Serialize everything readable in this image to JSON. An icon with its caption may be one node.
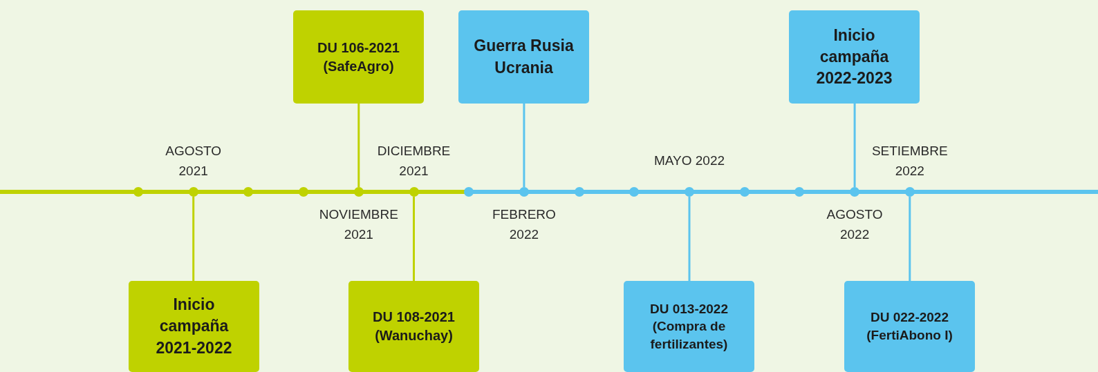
{
  "diagram": {
    "nodes": [
      {
        "text": [
          "Inicio campaña 2021-2022"
        ]
      },
      {
        "text": [
          "DU 106-2021 (SafeAgro)"
        ]
      },
      {
        "text": [
          "DU 108-2021 (Wanuchay)"
        ]
      },
      {
        "text": [
          "Guerra Rusia Ucrania"
        ]
      },
      {
        "text": [
          "DU 013-2022 (Compra de fertilizantes)"
        ]
      },
      {
        "text": [
          "Inicio campaña 2022-2023"
        ]
      },
      {
        "text": [
          "DU 022-2022 (FertiAbono I)"
        ]
      },
      {
        "text": [],
        "shape": "circle"
      },
      {
        "text": [],
        "shape": "circle"
      },
      {
        "text": [],
        "shape": "circle"
      },
      {
        "text": [],
        "shape": "circle"
      },
      {
        "text": [],
        "shape": "circle"
      },
      {
        "text": [],
        "shape": "circle"
      },
      {
        "text": [],
        "shape": "circle"
      },
      {
        "text": [],
        "shape": "circle"
      },
      {
        "text": [],
        "shape": "circle"
      },
      {
        "text": [],
        "shape": "circle"
      },
      {
        "text": [],
        "shape": "circle"
      },
      {
        "text": [],
        "shape": "circle"
      },
      {
        "text": [],
        "shape": "circle"
      },
      {
        "text": [],
        "shape": "circle"
      },
      {
        "text": [],
        "shape": "circle"
      }
    ],
    "edges": [
      {
        "from": 0,
        "to": 8,
        "arrow": "none",
        "color": "#bfd200"
      },
      {
        "from": 1,
        "to": 11,
        "arrow": "none",
        "color": "#bfd200"
      },
      {
        "from": 2,
        "to": 12,
        "arrow": "none",
        "color": "#bfd200"
      },
      {
        "from": 3,
        "to": 14,
        "arrow": "none"
      },
      {
        "from": 4,
        "to": 17,
        "arrow": "none"
      },
      {
        "from": 5,
        "to": 20,
        "arrow": "none"
      },
      {
        "from": 6,
        "to": 21,
        "arrow": "none"
      }
    ],
    "labels": [
      "AGOSTO 2021",
      "DICIEMBRE 2021",
      "MAYO 2022",
      "SETIEMBRE 2022",
      "NOVIEMBRE 2021",
      "FEBRERO 2022",
      "AGOSTO 2022"
    ]
  }
}
